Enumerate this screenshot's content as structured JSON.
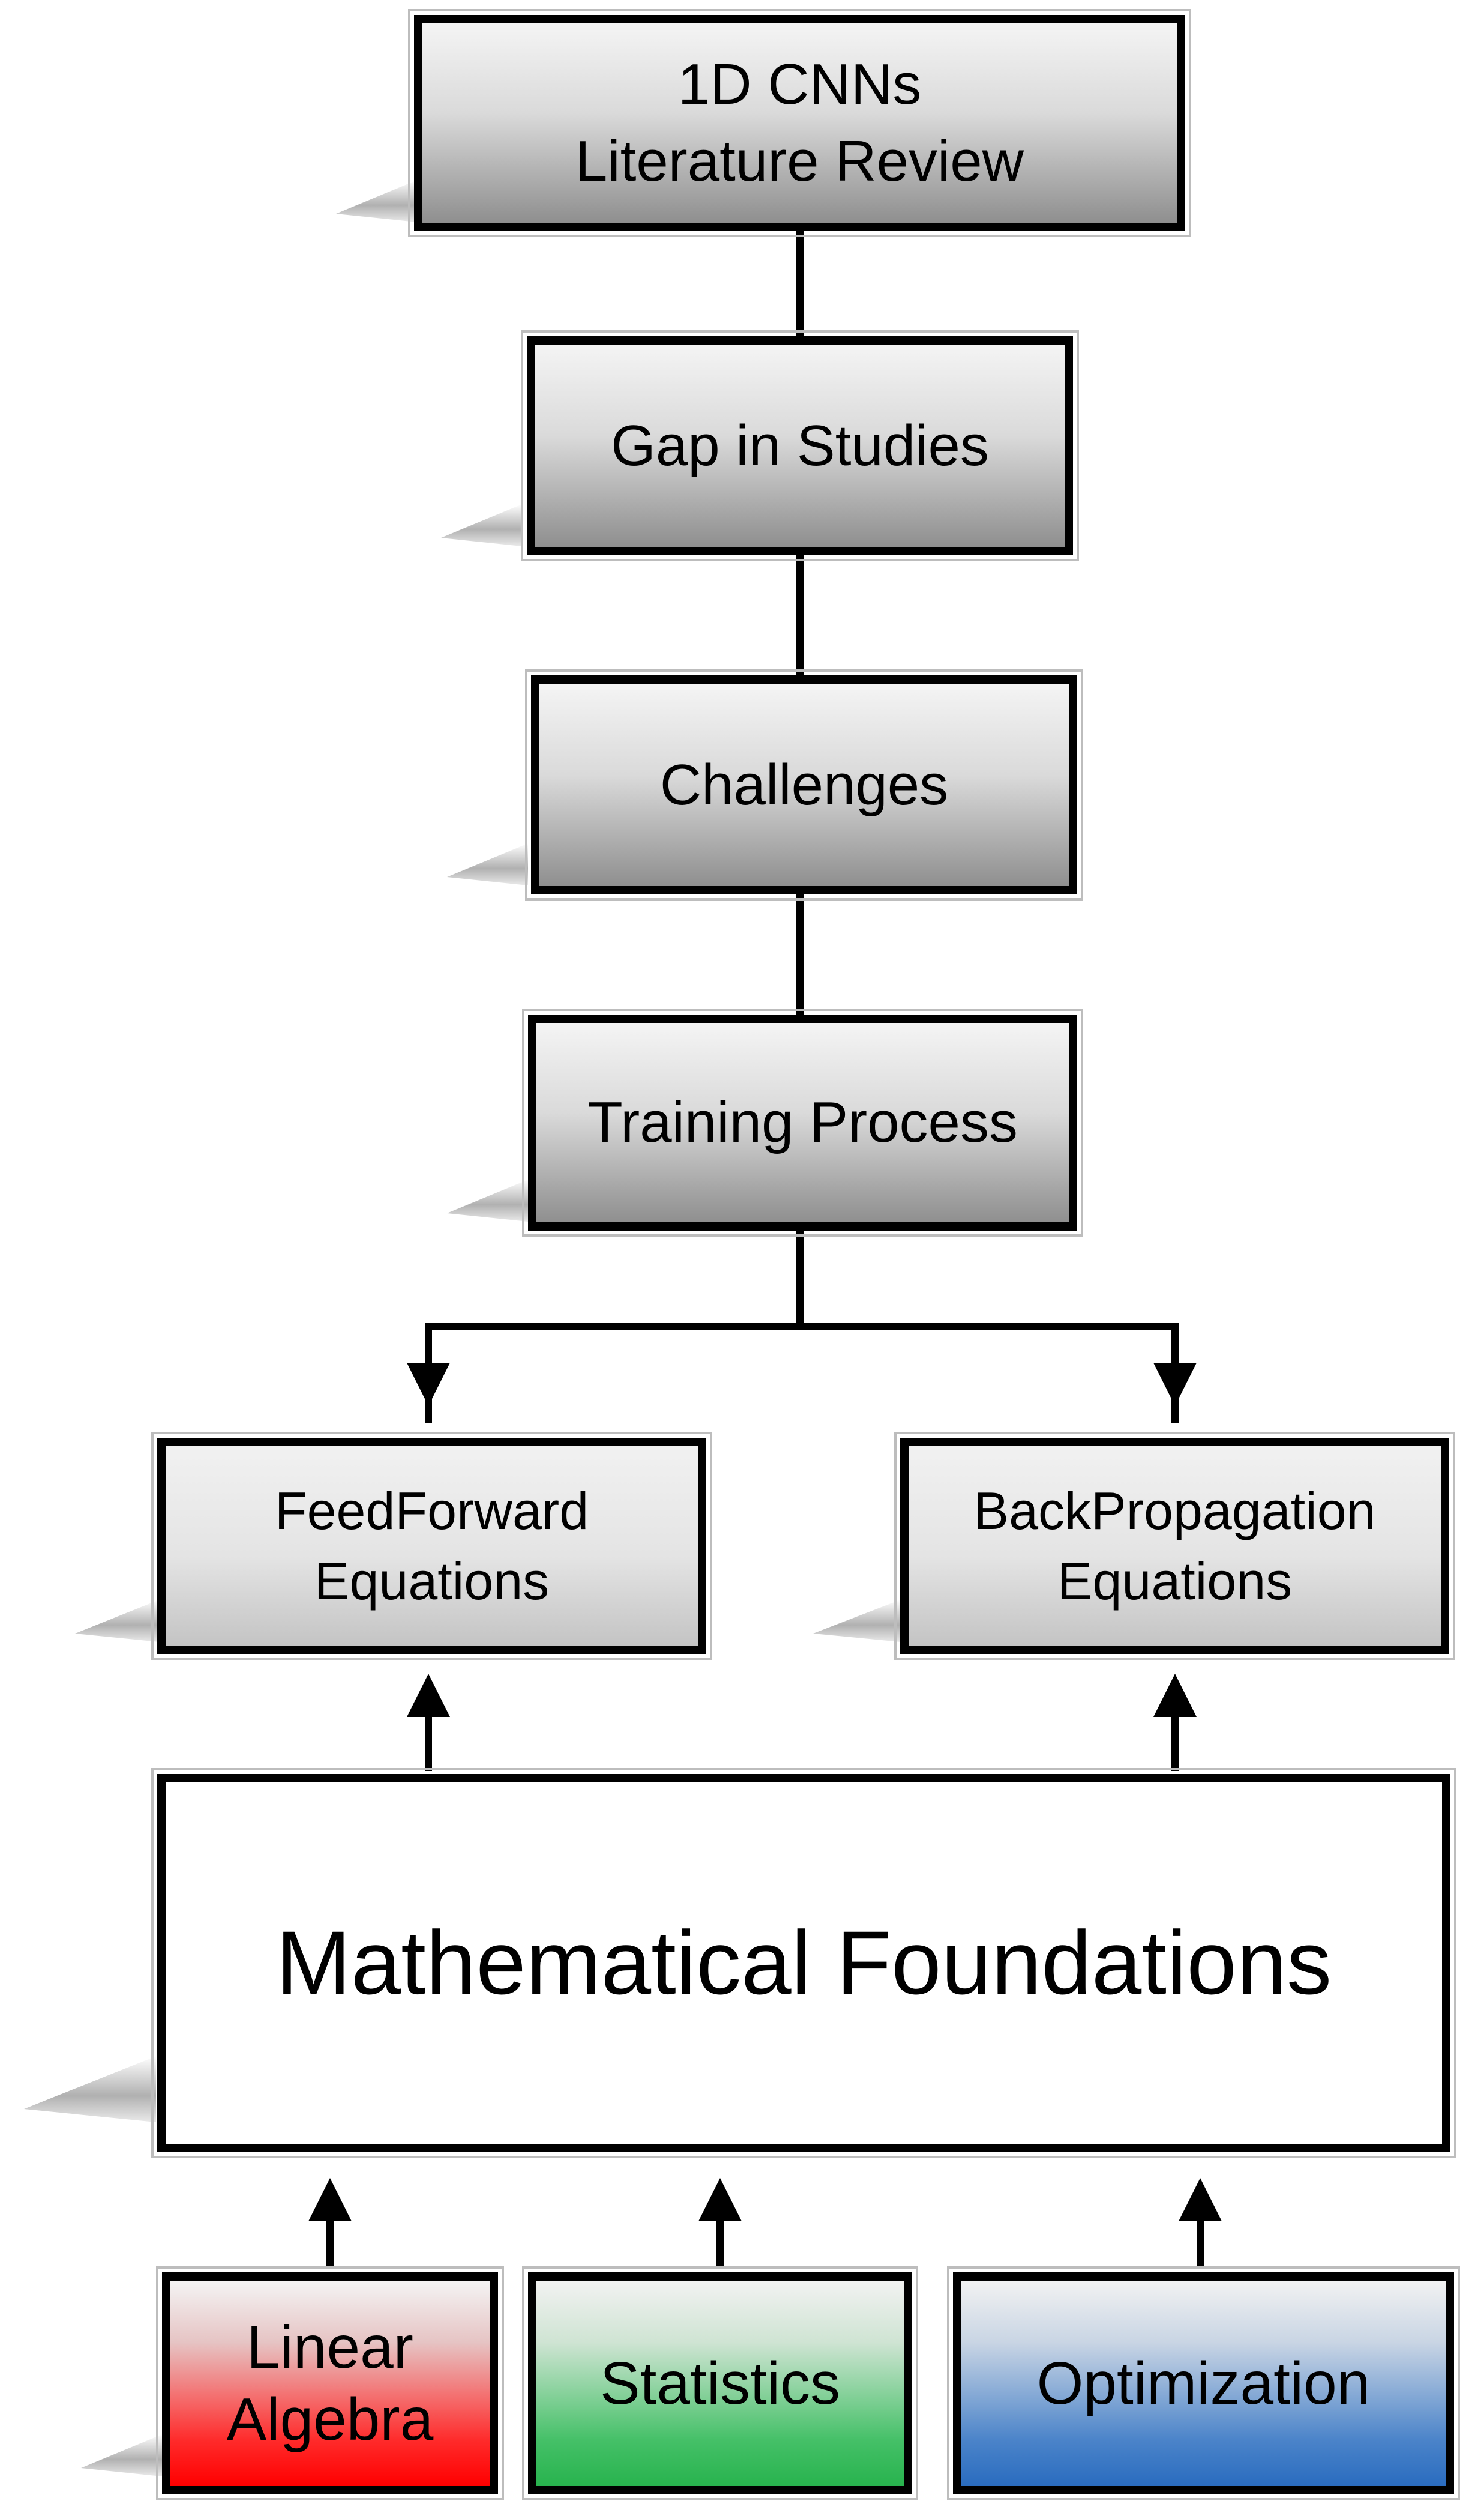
{
  "nodes": {
    "review": {
      "label": "1D CNNs\nLiterature Review"
    },
    "gap": {
      "label": "Gap in Studies"
    },
    "challenges": {
      "label": "Challenges"
    },
    "training": {
      "label": "Training Process"
    },
    "feedforward": {
      "label": "FeedForward\nEquations"
    },
    "backprop": {
      "label": "BackPropagation\nEquations"
    },
    "math": {
      "label": "Mathematical Foundations"
    },
    "linear": {
      "label": "Linear\nAlgebra"
    },
    "statistics": {
      "label": "Statistics"
    },
    "optimization": {
      "label": "Optimization"
    }
  },
  "colors": {
    "border": "#000000",
    "linear_algebra": "#ff0000",
    "statistics": "#28b34e",
    "optimization": "#2a6cbf"
  }
}
